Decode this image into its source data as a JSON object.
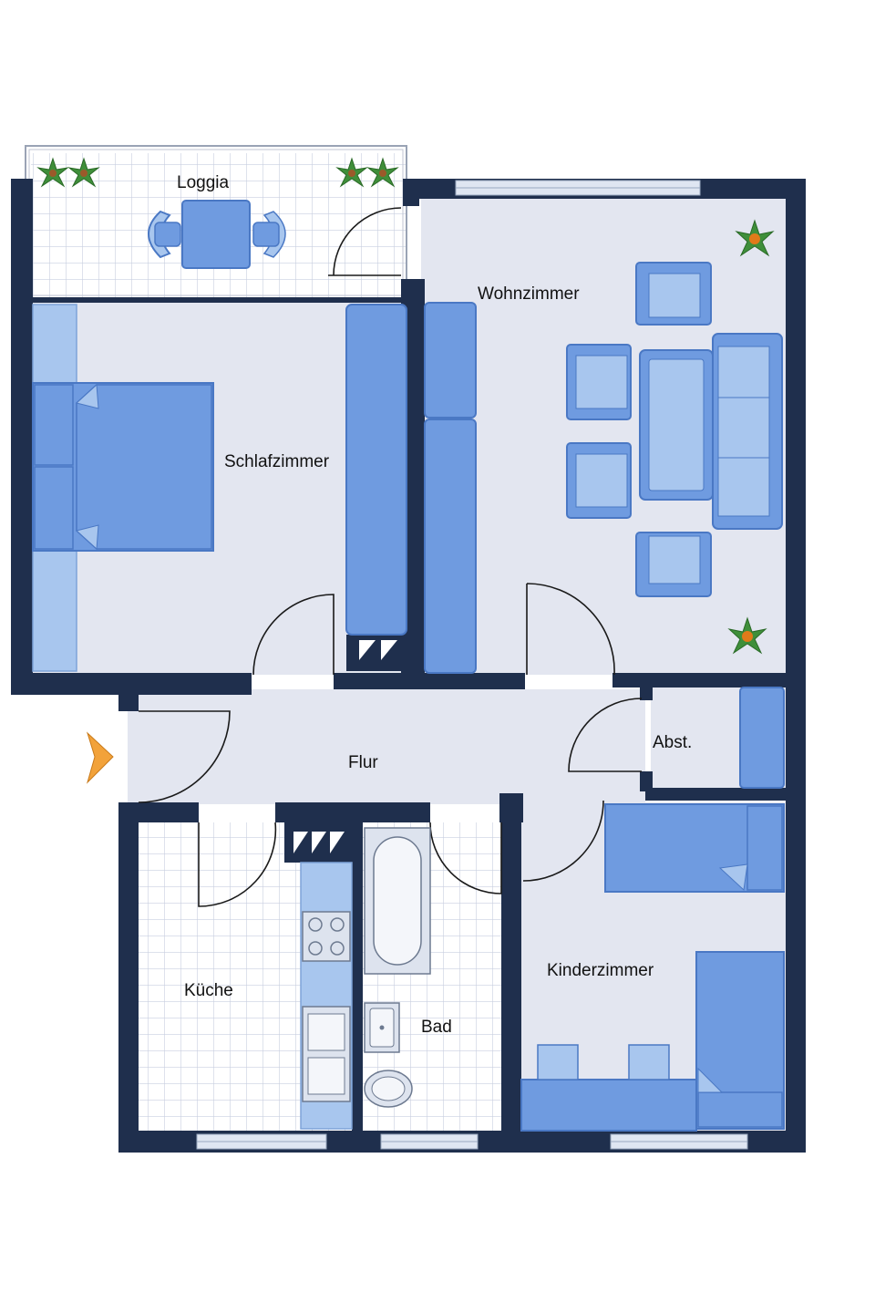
{
  "rooms": {
    "loggia": "Loggia",
    "wohnzimmer": "Wohnzimmer",
    "schlafzimmer": "Schlafzimmer",
    "flur": "Flur",
    "abstellraum": "Abst.",
    "kueche": "Küche",
    "bad": "Bad",
    "kinderzimmer": "Kinderzimmer"
  },
  "colors": {
    "wall": "#1f2f4d",
    "floor": "#e3e6f0",
    "tile_grid": "#c9cfe0",
    "furniture": "#6f9be0",
    "furniture_light": "#a8c6ee",
    "furniture_outline": "#4a78c4",
    "window": "#dfe6f2",
    "entrance": "#f2a23a",
    "plant": "#3f8f3a"
  },
  "icons": {
    "entrance": "entrance-arrow-icon",
    "plant": "plant-icon",
    "stove": "stove-icon",
    "sink": "sink-icon",
    "toilet": "toilet-icon",
    "bathtub": "bathtub-icon",
    "chimney": "chimney-duct-icon"
  }
}
